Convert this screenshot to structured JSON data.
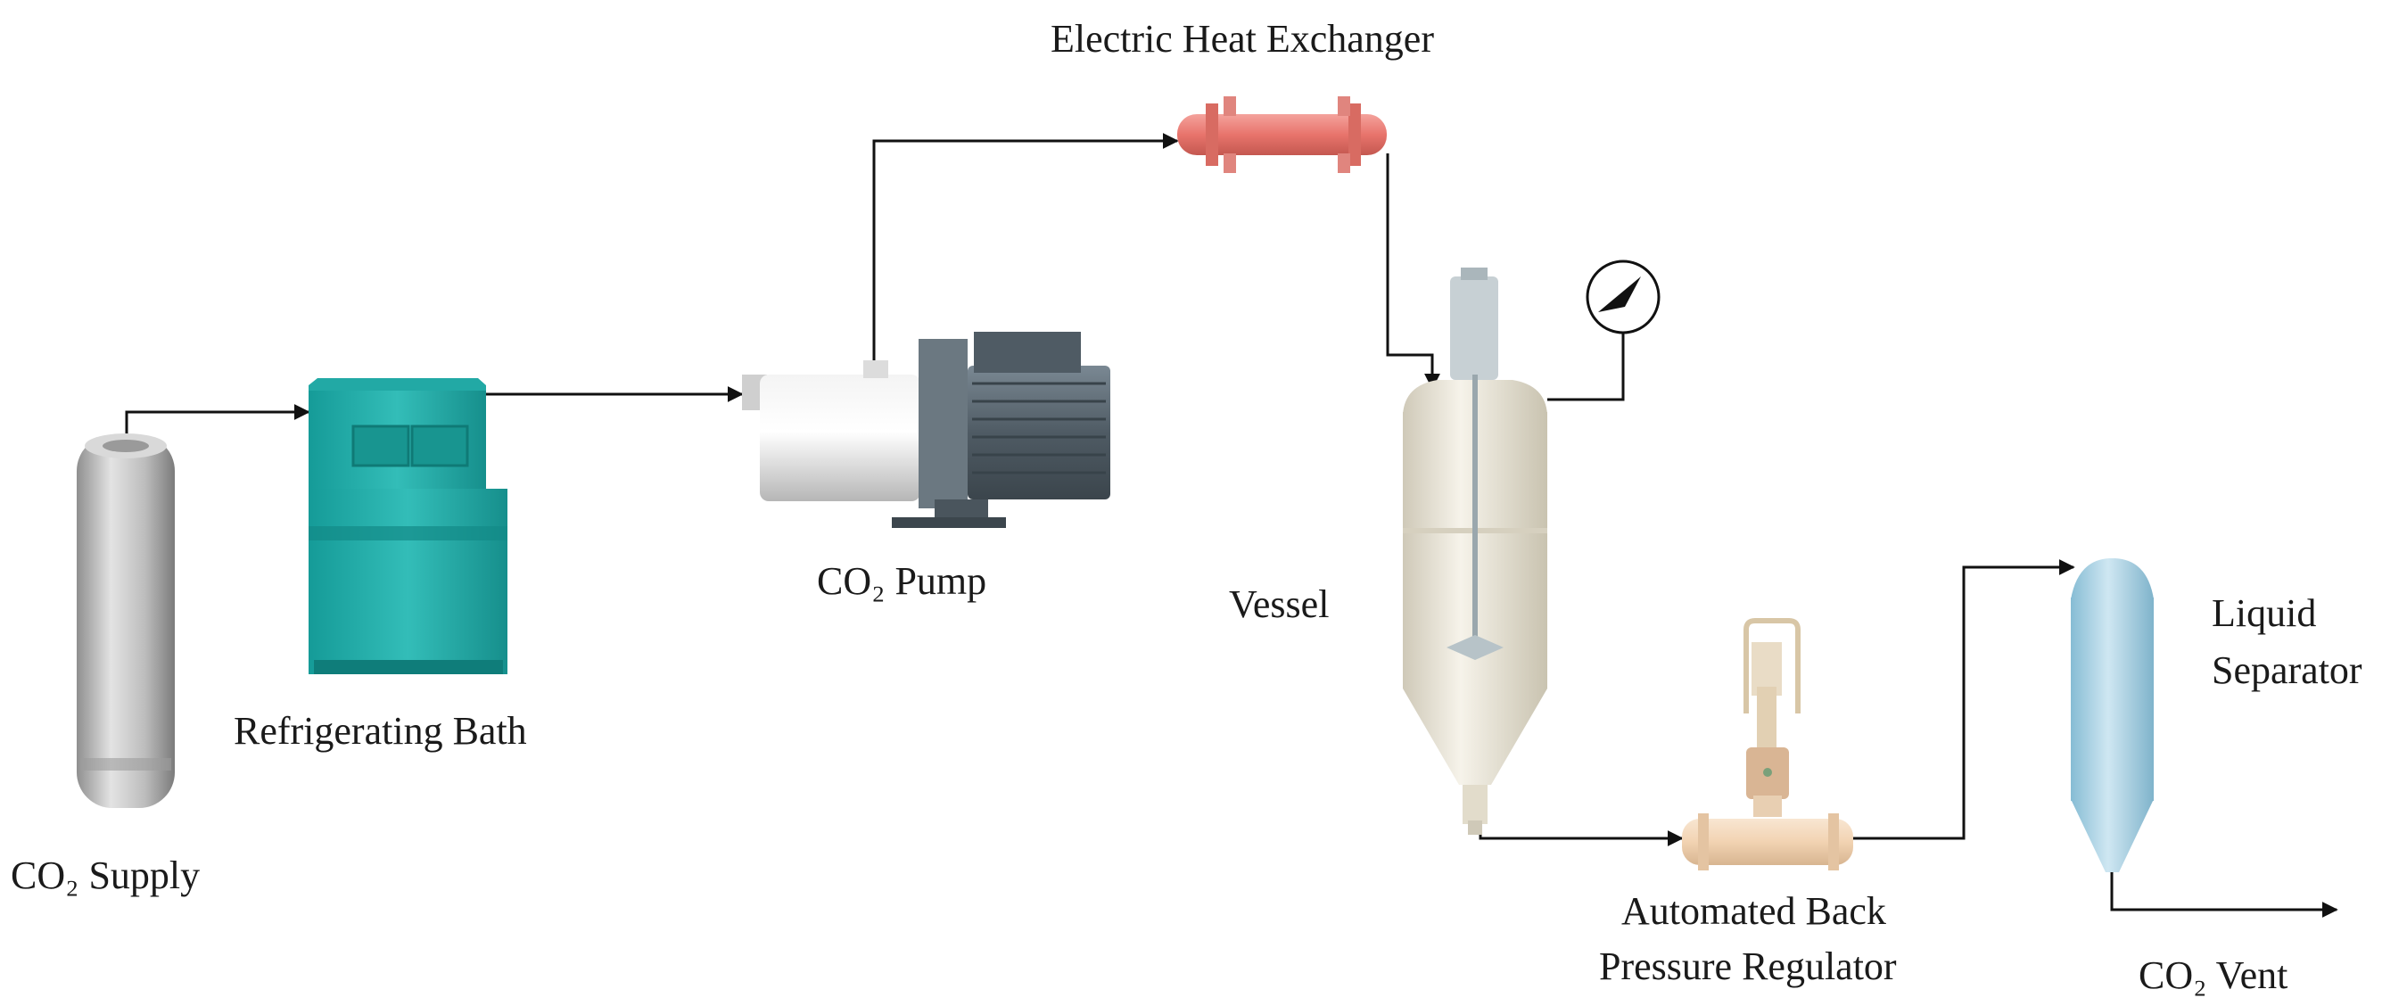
{
  "labels": {
    "co2_supply": "CO₂ Supply",
    "refrigerating_bath": "Refrigerating Bath",
    "co2_pump": "CO₂ Pump",
    "heat_exchanger": "Electric Heat Exchanger",
    "vessel": "Vessel",
    "bpr_line1": "Automated Back",
    "bpr_line2": "Pressure Regulator",
    "separator_line1": "Liquid",
    "separator_line2": "Separator",
    "co2_vent": "CO₂ Vent"
  },
  "colors": {
    "line": "#111111",
    "cylinder": "#bdbdbd",
    "bath": "#1fa7a4",
    "heat_exchanger": "#e8746c",
    "vessel": "#e9e5d6",
    "regulator": "#f2d9bd",
    "separator": "#a9d3e6",
    "motor": "#5a6670"
  },
  "icons": {
    "gauge": "pressure-gauge-icon"
  }
}
